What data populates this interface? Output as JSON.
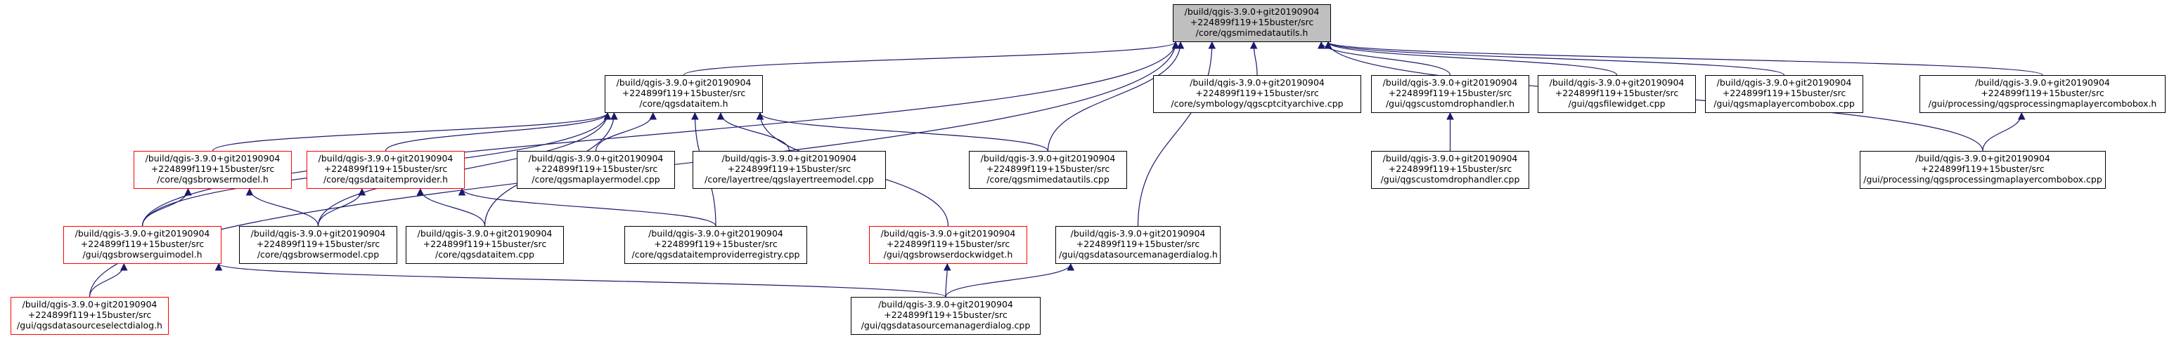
{
  "graph": {
    "colors": {
      "edge": "#191970",
      "node_border": "#000000",
      "node_border_incomplete": "#ff0000",
      "root_fill": "#bfbfbf"
    },
    "nodes": [
      {
        "id": "root",
        "style": "root",
        "lines": [
          "/build/qgis-3.9.0+git20190904",
          "+224899f119+15buster/src",
          "/core/qgsmimedatautils.h"
        ]
      },
      {
        "id": "dataitem_h",
        "style": "normal",
        "lines": [
          "/build/qgis-3.9.0+git20190904",
          "+224899f119+15buster/src",
          "/core/qgsdataitem.h"
        ]
      },
      {
        "id": "cptcity",
        "style": "normal",
        "lines": [
          "/build/qgis-3.9.0+git20190904",
          "+224899f119+15buster/src",
          "/core/symbology/qgscptcityarchive.cpp"
        ]
      },
      {
        "id": "customdrop_h",
        "style": "normal",
        "lines": [
          "/build/qgis-3.9.0+git20190904",
          "+224899f119+15buster/src",
          "/gui/qgscustomdrophandler.h"
        ]
      },
      {
        "id": "filewidget",
        "style": "normal",
        "lines": [
          "/build/qgis-3.9.0+git20190904",
          "+224899f119+15buster/src",
          "/gui/qgsfilewidget.cpp"
        ]
      },
      {
        "id": "maplayercombo",
        "style": "normal",
        "lines": [
          "/build/qgis-3.9.0+git20190904",
          "+224899f119+15buster/src",
          "/gui/qgsmaplayercombobox.cpp"
        ]
      },
      {
        "id": "procmlcombo_h",
        "style": "normal",
        "lines": [
          "/build/qgis-3.9.0+git20190904",
          "+224899f119+15buster/src",
          "/gui/processing/qgsprocessingmaplayercombobox.h"
        ]
      },
      {
        "id": "browsermodel_h",
        "style": "red",
        "lines": [
          "/build/qgis-3.9.0+git20190904",
          "+224899f119+15buster/src",
          "/core/qgsbrowsermodel.h"
        ]
      },
      {
        "id": "dataitemprovider_h",
        "style": "red",
        "lines": [
          "/build/qgis-3.9.0+git20190904",
          "+224899f119+15buster/src",
          "/core/qgsdataitemprovider.h"
        ]
      },
      {
        "id": "maplayermodel",
        "style": "normal",
        "lines": [
          "/build/qgis-3.9.0+git20190904",
          "+224899f119+15buster/src",
          "/core/qgsmaplayermodel.cpp"
        ]
      },
      {
        "id": "layertreemodel",
        "style": "normal",
        "lines": [
          "/build/qgis-3.9.0+git20190904",
          "+224899f119+15buster/src",
          "/core/layertree/qgslayertreemodel.cpp"
        ]
      },
      {
        "id": "mimedatautils_cpp",
        "style": "normal",
        "lines": [
          "/build/qgis-3.9.0+git20190904",
          "+224899f119+15buster/src",
          "/core/qgsmimedatautils.cpp"
        ]
      },
      {
        "id": "customdrop_cpp",
        "style": "normal",
        "lines": [
          "/build/qgis-3.9.0+git20190904",
          "+224899f119+15buster/src",
          "/gui/qgscustomdrophandler.cpp"
        ]
      },
      {
        "id": "procmlcombo_cpp",
        "style": "normal",
        "lines": [
          "/build/qgis-3.9.0+git20190904",
          "+224899f119+15buster/src",
          "/gui/processing/qgsprocessingmaplayercombobox.cpp"
        ]
      },
      {
        "id": "browserguimodel_h",
        "style": "red",
        "lines": [
          "/build/qgis-3.9.0+git20190904",
          "+224899f119+15buster/src",
          "/gui/qgsbrowserguimodel.h"
        ]
      },
      {
        "id": "browsermodel_cpp",
        "style": "normal",
        "lines": [
          "/build/qgis-3.9.0+git20190904",
          "+224899f119+15buster/src",
          "/core/qgsbrowsermodel.cpp"
        ]
      },
      {
        "id": "dataitem_cpp",
        "style": "normal",
        "lines": [
          "/build/qgis-3.9.0+git20190904",
          "+224899f119+15buster/src",
          "/core/qgsdataitem.cpp"
        ]
      },
      {
        "id": "providerregistry",
        "style": "normal",
        "lines": [
          "/build/qgis-3.9.0+git20190904",
          "+224899f119+15buster/src",
          "/core/qgsdataitemproviderregistry.cpp"
        ]
      },
      {
        "id": "browserdock_h",
        "style": "red",
        "lines": [
          "/build/qgis-3.9.0+git20190904",
          "+224899f119+15buster/src",
          "/gui/qgsbrowserdockwidget.h"
        ]
      },
      {
        "id": "dsmanager_h",
        "style": "normal",
        "lines": [
          "/build/qgis-3.9.0+git20190904",
          "+224899f119+15buster/src",
          "/gui/qgsdatasourcemanagerdialog.h"
        ]
      },
      {
        "id": "dsselect_h",
        "style": "red",
        "lines": [
          "/build/qgis-3.9.0+git20190904",
          "+224899f119+15buster/src",
          "/gui/qgsdatasourceselectdialog.h"
        ]
      },
      {
        "id": "dsmanager_cpp",
        "style": "normal",
        "lines": [
          "/build/qgis-3.9.0+git20190904",
          "+224899f119+15buster/src",
          "/gui/qgsdatasourcemanagerdialog.cpp"
        ]
      }
    ],
    "edges": [
      {
        "from": "dataitem_h",
        "to": "root"
      },
      {
        "from": "cptcity",
        "to": "root"
      },
      {
        "from": "customdrop_h",
        "to": "root"
      },
      {
        "from": "filewidget",
        "to": "root"
      },
      {
        "from": "maplayercombo",
        "to": "root"
      },
      {
        "from": "procmlcombo_h",
        "to": "root"
      },
      {
        "from": "mimedatautils_cpp",
        "to": "root"
      },
      {
        "from": "procmlcombo_cpp",
        "to": "root"
      },
      {
        "from": "dsmanager_h",
        "to": "root"
      },
      {
        "from": "browserguimodel_h",
        "to": "root"
      },
      {
        "from": "dsselect_h",
        "to": "root"
      },
      {
        "from": "browsermodel_h",
        "to": "dataitem_h"
      },
      {
        "from": "dataitemprovider_h",
        "to": "dataitem_h"
      },
      {
        "from": "maplayermodel",
        "to": "dataitem_h"
      },
      {
        "from": "layertreemodel",
        "to": "dataitem_h"
      },
      {
        "from": "mimedatautils_cpp",
        "to": "dataitem_h"
      },
      {
        "from": "browserguimodel_h",
        "to": "dataitem_h"
      },
      {
        "from": "browsermodel_cpp",
        "to": "dataitem_h"
      },
      {
        "from": "dataitem_cpp",
        "to": "dataitem_h"
      },
      {
        "from": "providerregistry",
        "to": "dataitem_h"
      },
      {
        "from": "browserdock_h",
        "to": "dataitem_h"
      },
      {
        "from": "customdrop_cpp",
        "to": "customdrop_h"
      },
      {
        "from": "procmlcombo_cpp",
        "to": "procmlcombo_h"
      },
      {
        "from": "browserguimodel_h",
        "to": "browsermodel_h"
      },
      {
        "from": "browsermodel_cpp",
        "to": "browsermodel_h"
      },
      {
        "from": "browsermodel_cpp",
        "to": "dataitemprovider_h"
      },
      {
        "from": "dataitem_cpp",
        "to": "dataitemprovider_h"
      },
      {
        "from": "providerregistry",
        "to": "dataitemprovider_h"
      },
      {
        "from": "dsselect_h",
        "to": "browserguimodel_h"
      },
      {
        "from": "dsmanager_cpp",
        "to": "browserguimodel_h"
      },
      {
        "from": "dsmanager_cpp",
        "to": "browserdock_h"
      },
      {
        "from": "dsmanager_cpp",
        "to": "dsmanager_h"
      }
    ]
  }
}
